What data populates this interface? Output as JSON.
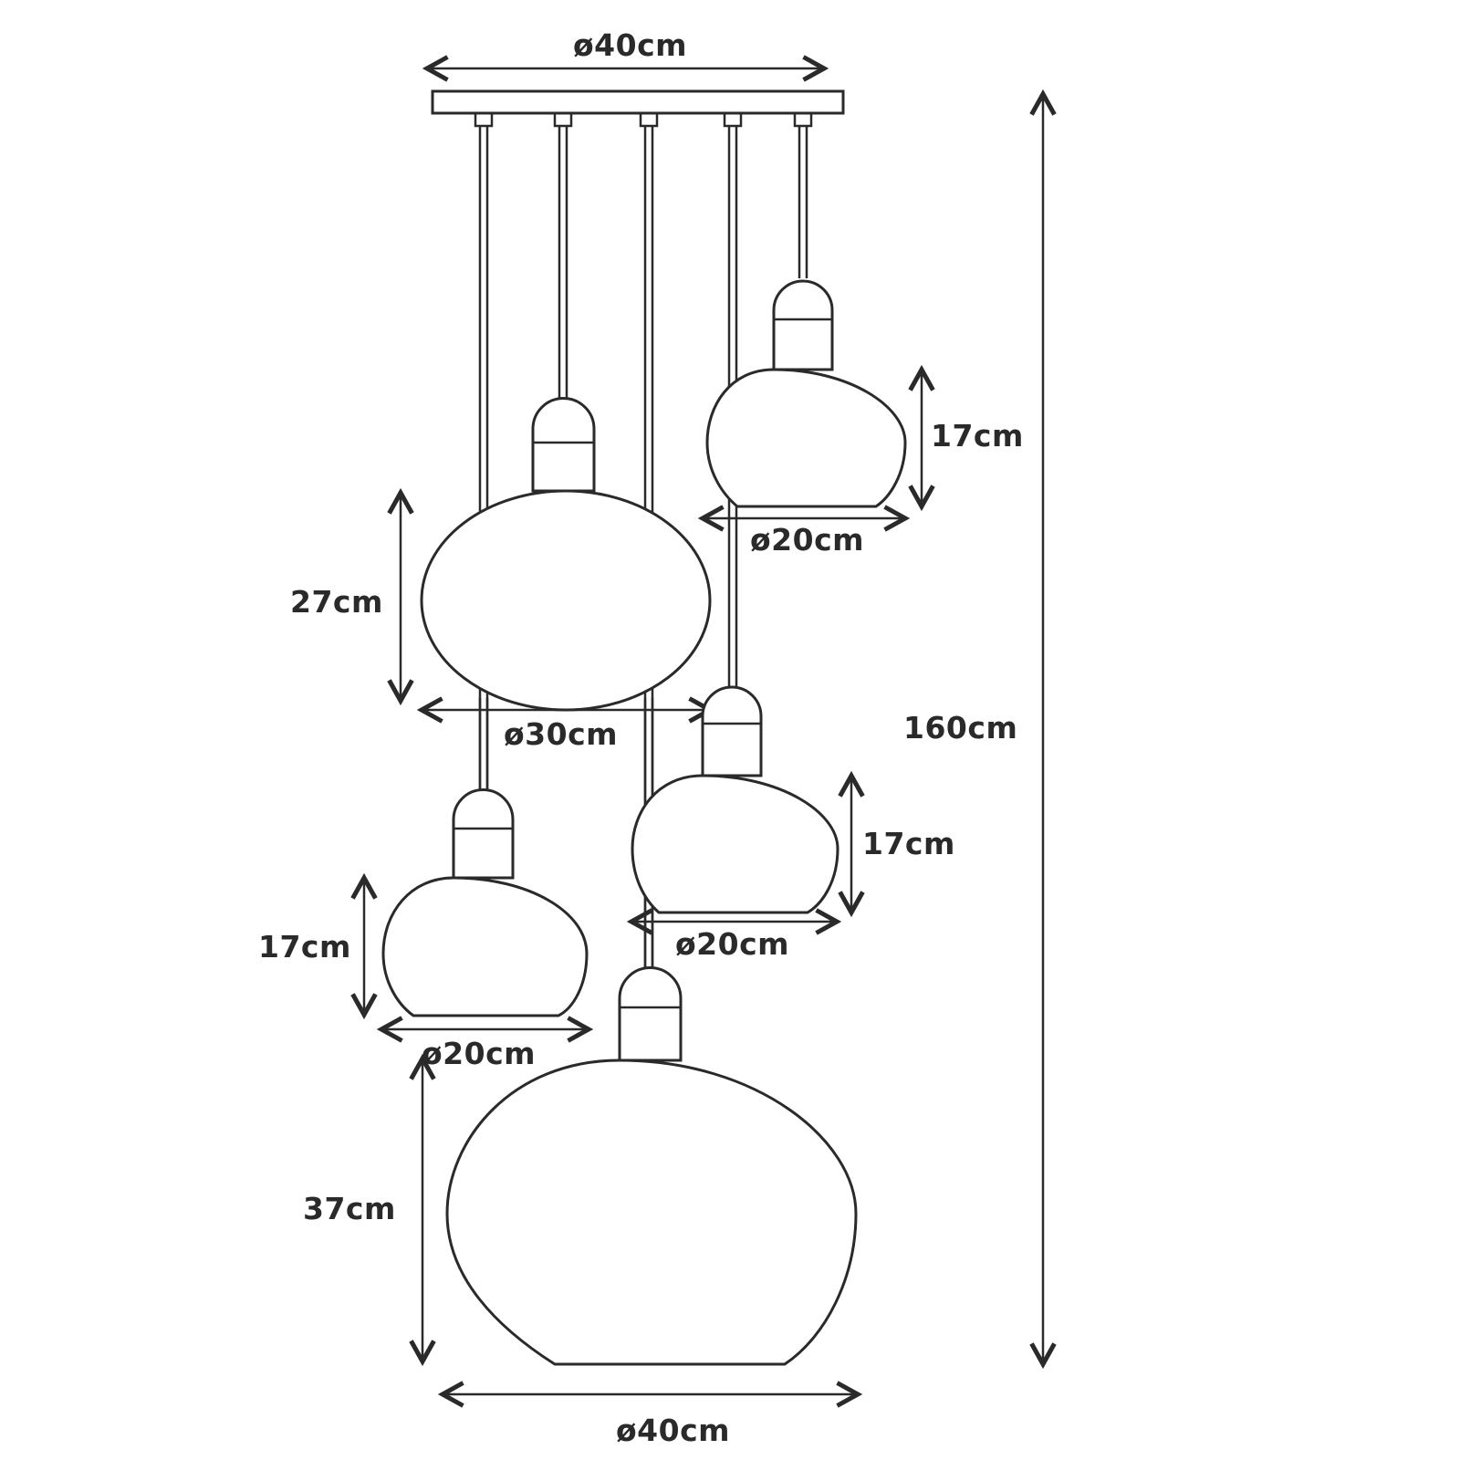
{
  "diagram": {
    "type": "product-dimension-drawing",
    "subject": "5-light cluster pendant lamp",
    "colors": {
      "line": "#2a2a2a",
      "background": "#ffffff"
    },
    "canopy": {
      "width_label": "ø40cm"
    },
    "overall_height_label": "160cm",
    "shades": [
      {
        "id": "top-right",
        "height_label": "17cm",
        "diameter_label": "ø20cm"
      },
      {
        "id": "upper-left",
        "height_label": "27cm",
        "diameter_label": "ø30cm"
      },
      {
        "id": "middle-right",
        "height_label": "17cm",
        "diameter_label": "ø20cm"
      },
      {
        "id": "lower-left",
        "height_label": "17cm",
        "diameter_label": "ø20cm"
      },
      {
        "id": "bottom-large",
        "height_label": "37cm",
        "diameter_label": "ø40cm"
      }
    ]
  }
}
